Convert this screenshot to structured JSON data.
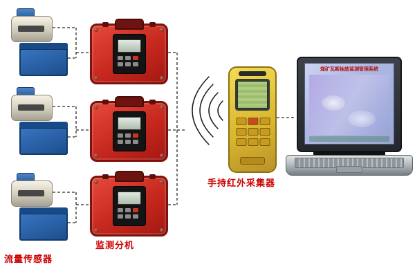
{
  "labels": {
    "flow_sensor": "流量传感器",
    "monitor_unit": "监测分机",
    "handheld_collector": "手持红外采集器"
  },
  "laptop": {
    "screen_title": "煤矿瓦斯抽放监测管理系统"
  },
  "diagram": {
    "nodes": [
      {
        "id": "flow-sensors",
        "label": "流量传感器",
        "count": 3
      },
      {
        "id": "monitor-units",
        "label": "监测分机",
        "count": 3
      },
      {
        "id": "handheld-collector",
        "label": "手持红外采集器",
        "count": 1
      },
      {
        "id": "computer",
        "label": "",
        "count": 1
      }
    ],
    "connections": [
      {
        "from": "flow-sensors",
        "to": "monitor-units",
        "style": "dashed-wire"
      },
      {
        "from": "monitor-units",
        "to": "handheld-collector",
        "style": "wireless-infrared"
      },
      {
        "from": "handheld-collector",
        "to": "computer",
        "style": "dashed-wire"
      }
    ]
  },
  "colors": {
    "label_red": "#cc0000",
    "monitor_box_red": "#c6281e",
    "sensor_box_blue": "#2264b0",
    "handheld_yellow": "#e8c43a",
    "lcd_green": "#a9c87e"
  }
}
